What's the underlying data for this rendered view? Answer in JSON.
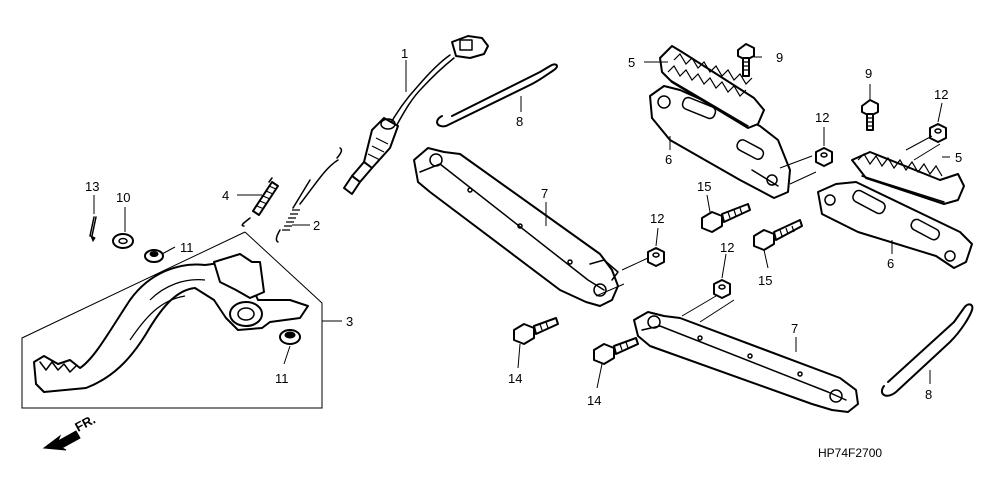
{
  "callouts": {
    "c1": "1",
    "c2": "2",
    "c3": "3",
    "c4": "4",
    "c5a": "5",
    "c5b": "5",
    "c6a": "6",
    "c6b": "6",
    "c7a": "7",
    "c7b": "7",
    "c8a": "8",
    "c8b": "8",
    "c9a": "9",
    "c9b": "9",
    "c10": "10",
    "c11a": "11",
    "c11b": "11",
    "c12a": "12",
    "c12b": "12",
    "c12c": "12",
    "c12d": "12",
    "c13": "13",
    "c14a": "14",
    "c14b": "14",
    "c15a": "15",
    "c15b": "15"
  },
  "direction_label": "FR.",
  "diagram_code": "HP74F2700"
}
